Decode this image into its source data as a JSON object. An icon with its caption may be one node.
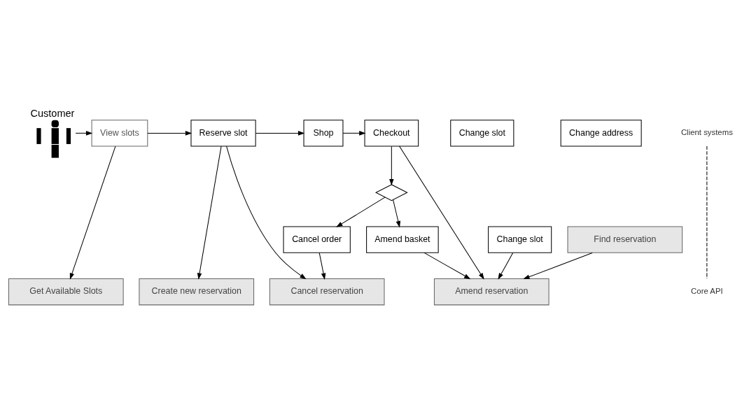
{
  "diagram": {
    "nodes": [
      {
        "text": [],
        "shape": "person",
        "beside": [
          "Customer"
        ]
      },
      {
        "text": [
          "View slots"
        ]
      },
      {
        "text": [
          "Reserve slot"
        ]
      },
      {
        "text": [
          "Shop"
        ]
      },
      {
        "text": [
          "Checkout"
        ]
      },
      {
        "text": [],
        "shape": "diamond"
      },
      {
        "text": [
          "Amend basket"
        ]
      },
      {
        "text": [
          "Cancel order"
        ]
      },
      {
        "text": [
          "Change slot"
        ]
      },
      {
        "text": [
          "Change slot"
        ]
      },
      {
        "text": [
          "Change address"
        ]
      },
      {
        "text": [
          "Get Available Slots"
        ]
      },
      {
        "text": [
          "Create new reservation"
        ]
      },
      {
        "text": [
          "Cancel reservation"
        ]
      },
      {
        "text": [
          "Amend reservation"
        ]
      },
      {
        "text": [
          "Find reservation"
        ]
      }
    ],
    "edges": [
      {
        "from": 0,
        "to": 1,
        "arrow": "to"
      },
      {
        "from": 1,
        "to": 2,
        "arrow": "to"
      },
      {
        "from": 2,
        "to": 3,
        "arrow": "to"
      },
      {
        "from": 3,
        "to": 4,
        "arrow": "to"
      },
      {
        "from": 4,
        "to": 5,
        "arrow": "to"
      },
      {
        "from": 5,
        "to": 6,
        "arrow": "to"
      },
      {
        "from": 5,
        "to": 7,
        "arrow": "to"
      },
      {
        "from": 1,
        "to": 11,
        "arrow": "to"
      },
      {
        "from": 2,
        "to": 12,
        "arrow": "to"
      },
      {
        "from": 2,
        "to": 13,
        "arrow": "to"
      },
      {
        "from": 7,
        "to": 13,
        "arrow": "to"
      },
      {
        "from": 8,
        "to": 14,
        "arrow": "to"
      },
      {
        "from": 4,
        "to": 14,
        "arrow": "to"
      },
      {
        "from": 6,
        "to": 14,
        "arrow": "to"
      },
      {
        "from": 15,
        "to": 14,
        "arrow": "to"
      }
    ],
    "labels": [
      "Client systems",
      "Core API"
    ]
  }
}
